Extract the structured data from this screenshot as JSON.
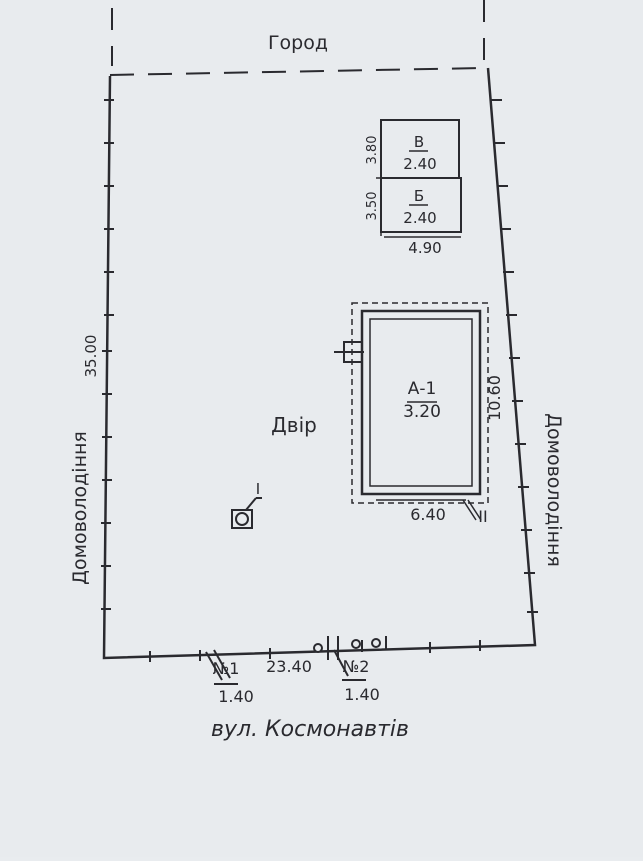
{
  "labels": {
    "garden": "Город",
    "yard": "Двір",
    "street": "вул. Космонавтів",
    "neighbor_left": "Домоволодіння",
    "neighbor_right": "Домоволодіння"
  },
  "dimensions": {
    "plot_depth": "35.00",
    "plot_frontage": "23.40",
    "house_width": "6.40",
    "house_depth": "10.60",
    "outbuilding_width": "4.90"
  },
  "buildings": {
    "house": {
      "code": "А-1",
      "height": "3.20"
    },
    "shed_v": {
      "code": "В",
      "height": "2.40",
      "depth": "3.80"
    },
    "shed_b": {
      "code": "Б",
      "height": "2.40",
      "depth": "3.50"
    }
  },
  "gates": [
    {
      "number": "№1",
      "width": "1.40"
    },
    {
      "number": "№2",
      "width": "1.40"
    }
  ],
  "marks": {
    "well": "I",
    "house_fence": "II"
  }
}
